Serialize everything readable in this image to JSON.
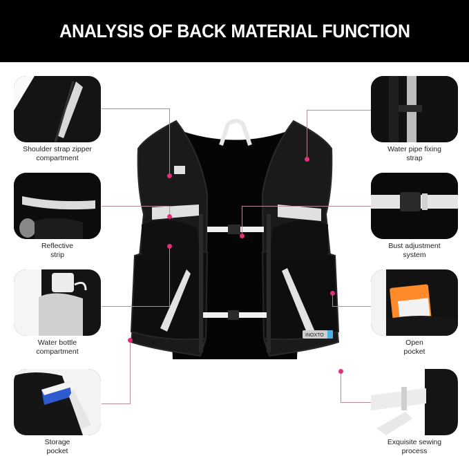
{
  "title": "ANALYSIS OF BACK MATERIAL FUNCTION",
  "colors": {
    "banner_bg": "#000000",
    "banner_text": "#ffffff",
    "connector_line": "#b88a9c",
    "callout_dot": "#e0307a",
    "vest": "#111111",
    "reflective": "#d8d8d8"
  },
  "product": {
    "name": "hydration running vest (back view)",
    "brand_badge": "INOXTO"
  },
  "features": {
    "left": [
      {
        "id": "shoulder-strap-zipper",
        "label_line1": "Shoulder strap zipper",
        "label_line2": "compartment",
        "icon": "zipper-pocket-photo"
      },
      {
        "id": "reflective-strip",
        "label_line1": "Reflective",
        "label_line2": "strip",
        "icon": "reflective-strip-photo"
      },
      {
        "id": "water-bottle",
        "label_line1": "Water bottle",
        "label_line2": "compartment",
        "icon": "soft-flask-photo"
      },
      {
        "id": "storage-pocket",
        "label_line1": "Storage",
        "label_line2": "pocket",
        "icon": "storage-pocket-photo"
      }
    ],
    "right": [
      {
        "id": "water-pipe",
        "label_line1": "Water pipe fixing",
        "label_line2": "strap",
        "icon": "hose-strap-photo"
      },
      {
        "id": "bust-adjustment",
        "label_line1": "Bust adjustment",
        "label_line2": "system",
        "icon": "buckle-strap-photo"
      },
      {
        "id": "open-pocket",
        "label_line1": "Open",
        "label_line2": "pocket",
        "icon": "open-pocket-photo"
      },
      {
        "id": "sewing",
        "label_line1": "Exquisite sewing",
        "label_line2": "process",
        "icon": "webbing-stitch-photo"
      }
    ]
  }
}
